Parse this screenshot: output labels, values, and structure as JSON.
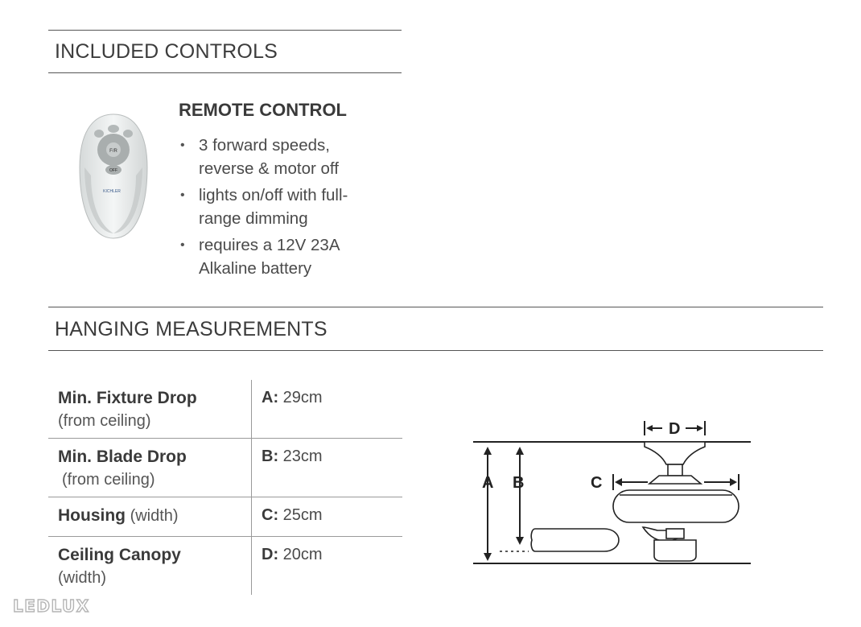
{
  "sections": {
    "controls_title": "INCLUDED CONTROLS",
    "measurements_title": "HANGING MEASUREMENTS"
  },
  "remote": {
    "title": "REMOTE CONTROL",
    "features": [
      "3 forward speeds, reverse & motor off",
      "lights on/off with full-range dimming",
      "requires a 12V 23A Alkaline battery"
    ],
    "button_labels": [
      "F/R",
      "OFF"
    ],
    "brand": "KICHLER"
  },
  "measurements": [
    {
      "label": "Min. Fixture Drop",
      "sub": "(from ceiling)",
      "letter": "A:",
      "value": "29cm"
    },
    {
      "label": "Min. Blade Drop",
      "sub": "(from ceiling)",
      "letter": "B:",
      "value": "23cm"
    },
    {
      "label": "Housing",
      "sub": "(width)",
      "letter": "C:",
      "value": "25cm"
    },
    {
      "label": "Ceiling Canopy",
      "sub": "(width)",
      "letter": "D:",
      "value": "20cm"
    }
  ],
  "diagram": {
    "label_a": "A",
    "label_b": "B",
    "label_c": "C",
    "label_d": "D"
  },
  "watermark": "LEDLUX",
  "colors": {
    "text": "#3a3a3a",
    "rule": "#555555",
    "remote_body": "#e9ecec",
    "remote_grip": "#c7cbcb",
    "watermark": "#c9c9c9"
  }
}
